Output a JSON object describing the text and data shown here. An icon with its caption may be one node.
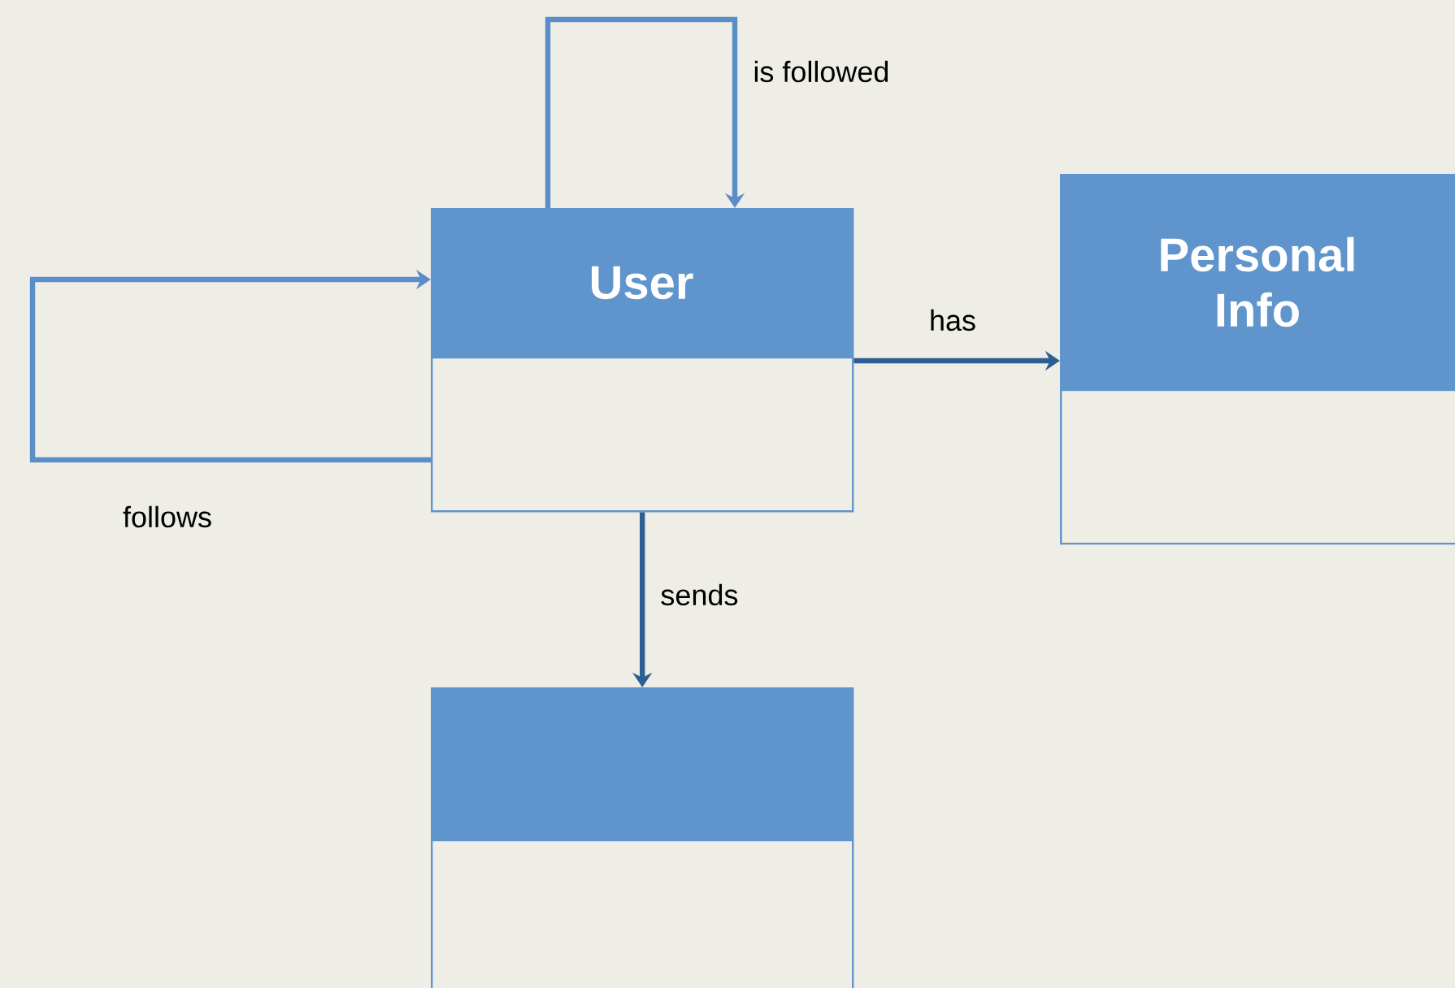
{
  "diagram": {
    "nodes": [
      {
        "text": [
          "User"
        ]
      },
      {
        "text": [
          "Personal Info"
        ]
      },
      {
        "text": [],
        "shape": "box"
      }
    ],
    "edges": [
      {
        "from": 0,
        "to": 0,
        "arrow": "to",
        "label": "is followed",
        "color": "#5b8ec9"
      },
      {
        "from": 0,
        "to": 0,
        "arrow": "to",
        "label": "follows",
        "color": "#5b8ec9"
      },
      {
        "from": 0,
        "to": 1,
        "arrow": "to",
        "label": "has",
        "color": "#2e5f94"
      },
      {
        "from": 0,
        "to": 2,
        "arrow": "to",
        "label": "sends",
        "color": "#2e5f94"
      }
    ]
  }
}
